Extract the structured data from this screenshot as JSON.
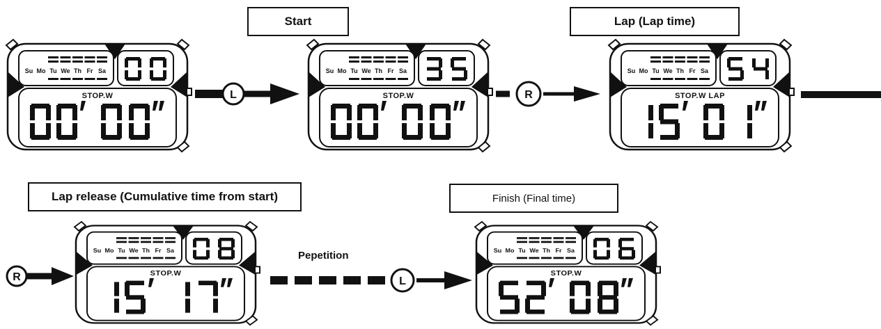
{
  "labels": {
    "start": "Start",
    "lap": "Lap (Lap time)",
    "lap_release": "Lap release (Cumulative time from start)",
    "finish": "Finish (Final time)",
    "repetition": "Pepetition"
  },
  "buttons": {
    "left": "L",
    "right": "R"
  },
  "watch_common": {
    "weekdays": [
      "Su",
      "Mo",
      "Tu",
      "We",
      "Th",
      "Fr",
      "Sa"
    ]
  },
  "watches": [
    {
      "seconds": "00",
      "mode": "STOP.W",
      "minutes": "00",
      "secs": "00"
    },
    {
      "seconds": "35",
      "mode": "STOP.W",
      "minutes": "00",
      "secs": "00"
    },
    {
      "seconds": "54",
      "mode": "STOP.W  LAP",
      "minutes": "15",
      "secs": "01"
    },
    {
      "seconds": "08",
      "mode": "STOP.W",
      "minutes": "15",
      "secs": "17"
    },
    {
      "seconds": "06",
      "mode": "STOP.W",
      "minutes": "52",
      "secs": "08"
    }
  ],
  "colors": {
    "ink": "#111111",
    "paper": "#ffffff"
  }
}
